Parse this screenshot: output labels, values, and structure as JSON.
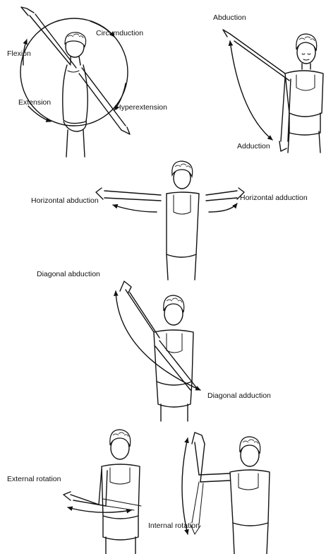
{
  "labels": {
    "flexion": "Flexion",
    "circumduction": "Circumduction",
    "extension": "Extension",
    "hyperextension": "Hyperextension",
    "abduction": "Abduction",
    "adduction": "Adduction",
    "horizontal_abduction": "Horizontal abduction",
    "horizontal_adduction": "Horizontal adduction",
    "diagonal_abduction": "Diagonal abduction",
    "diagonal_adduction": "Diagonal adduction",
    "external_rotation": "External  rotation",
    "internal_rotation": "Internal rotation"
  }
}
